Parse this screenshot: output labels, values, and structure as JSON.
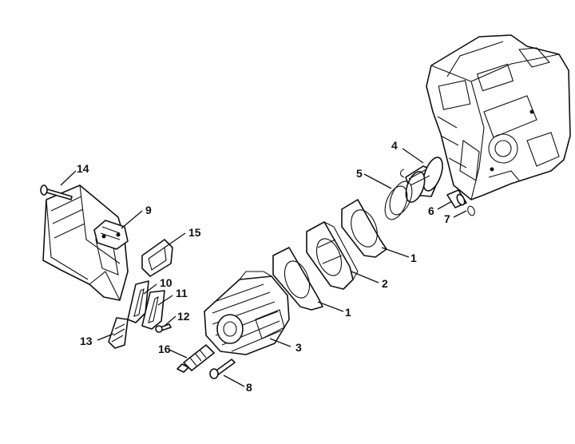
{
  "callouts": [
    {
      "id": "c14",
      "number": "14"
    },
    {
      "id": "c9",
      "number": "9"
    },
    {
      "id": "c15",
      "number": "15"
    },
    {
      "id": "c10",
      "number": "10"
    },
    {
      "id": "c11",
      "number": "11"
    },
    {
      "id": "c12",
      "number": "12"
    },
    {
      "id": "c13",
      "number": "13"
    },
    {
      "id": "c16",
      "number": "16"
    },
    {
      "id": "c3",
      "number": "3"
    },
    {
      "id": "c8",
      "number": "8"
    },
    {
      "id": "c1b",
      "number": "1"
    },
    {
      "id": "c2",
      "number": "2"
    },
    {
      "id": "c1a",
      "number": "1"
    },
    {
      "id": "c5",
      "number": "5"
    },
    {
      "id": "c4",
      "number": "4"
    },
    {
      "id": "c6",
      "number": "6"
    },
    {
      "id": "c7",
      "number": "7"
    }
  ]
}
